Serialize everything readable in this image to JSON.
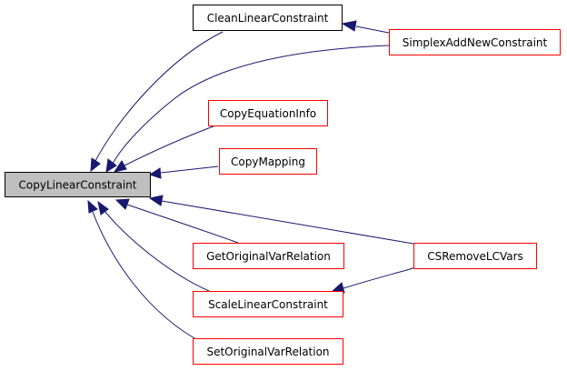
{
  "colors": {
    "edge": "#191970",
    "border_linked": "#ff0000",
    "border_plain": "#000000",
    "root_fill": "#bfbfbf",
    "node_fill": "#ffffff"
  },
  "nodes": {
    "copy_linear_constraint": {
      "label": "CopyLinearConstraint"
    },
    "clean_linear_constraint": {
      "label": "CleanLinearConstraint"
    },
    "simplex_add_new_constraint": {
      "label": "SimplexAddNewConstraint"
    },
    "copy_equation_info": {
      "label": "CopyEquationInfo"
    },
    "copy_mapping": {
      "label": "CopyMapping"
    },
    "get_original_var_relation": {
      "label": "GetOriginalVarRelation"
    },
    "cs_remove_lc_vars": {
      "label": "CSRemoveLCVars"
    },
    "scale_linear_constraint": {
      "label": "ScaleLinearConstraint"
    },
    "set_original_var_relation": {
      "label": "SetOriginalVarRelation"
    }
  },
  "edges": [
    {
      "from": "clean_linear_constraint",
      "to": "copy_linear_constraint"
    },
    {
      "from": "simplex_add_new_constraint",
      "to": "copy_linear_constraint"
    },
    {
      "from": "simplex_add_new_constraint",
      "to": "clean_linear_constraint"
    },
    {
      "from": "copy_equation_info",
      "to": "copy_linear_constraint"
    },
    {
      "from": "copy_mapping",
      "to": "copy_linear_constraint"
    },
    {
      "from": "cs_remove_lc_vars",
      "to": "copy_linear_constraint"
    },
    {
      "from": "get_original_var_relation",
      "to": "copy_linear_constraint"
    },
    {
      "from": "scale_linear_constraint",
      "to": "copy_linear_constraint"
    },
    {
      "from": "set_original_var_relation",
      "to": "copy_linear_constraint"
    },
    {
      "from": "cs_remove_lc_vars",
      "to": "scale_linear_constraint"
    }
  ]
}
